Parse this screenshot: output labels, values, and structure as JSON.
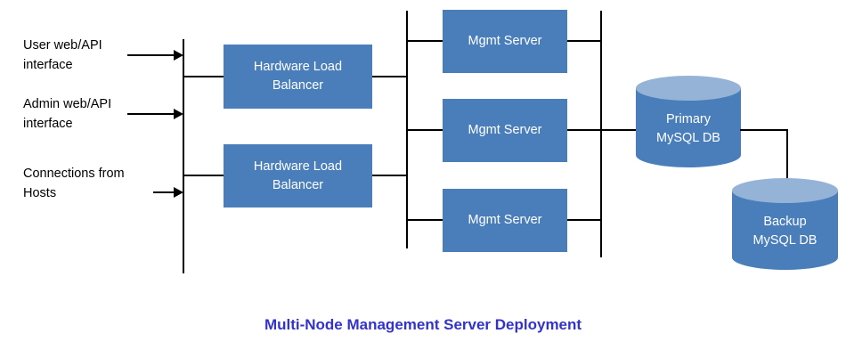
{
  "diagram": {
    "title": "Multi-Node Management Server Deployment",
    "title_color": "#3333CC",
    "background": "#ffffff",
    "box_fill": "#4A7EBB",
    "box_text_color": "#ffffff",
    "cylinder_top_fill": "#95B3D7",
    "line_color": "#000000",
    "inputs": [
      {
        "label": "User web/API\ninterface"
      },
      {
        "label": "Admin web/API\ninterface"
      },
      {
        "label": "Connections from\nHosts"
      }
    ],
    "load_balancers": [
      {
        "label": "Hardware Load\nBalancer"
      },
      {
        "label": "Hardware Load\nBalancer"
      }
    ],
    "mgmt_servers": [
      {
        "label": "Mgmt Server"
      },
      {
        "label": "Mgmt Server"
      },
      {
        "label": "Mgmt Server"
      }
    ],
    "databases": [
      {
        "label": "Primary\nMySQL DB"
      },
      {
        "label": "Backup\nMySQL DB"
      }
    ]
  }
}
